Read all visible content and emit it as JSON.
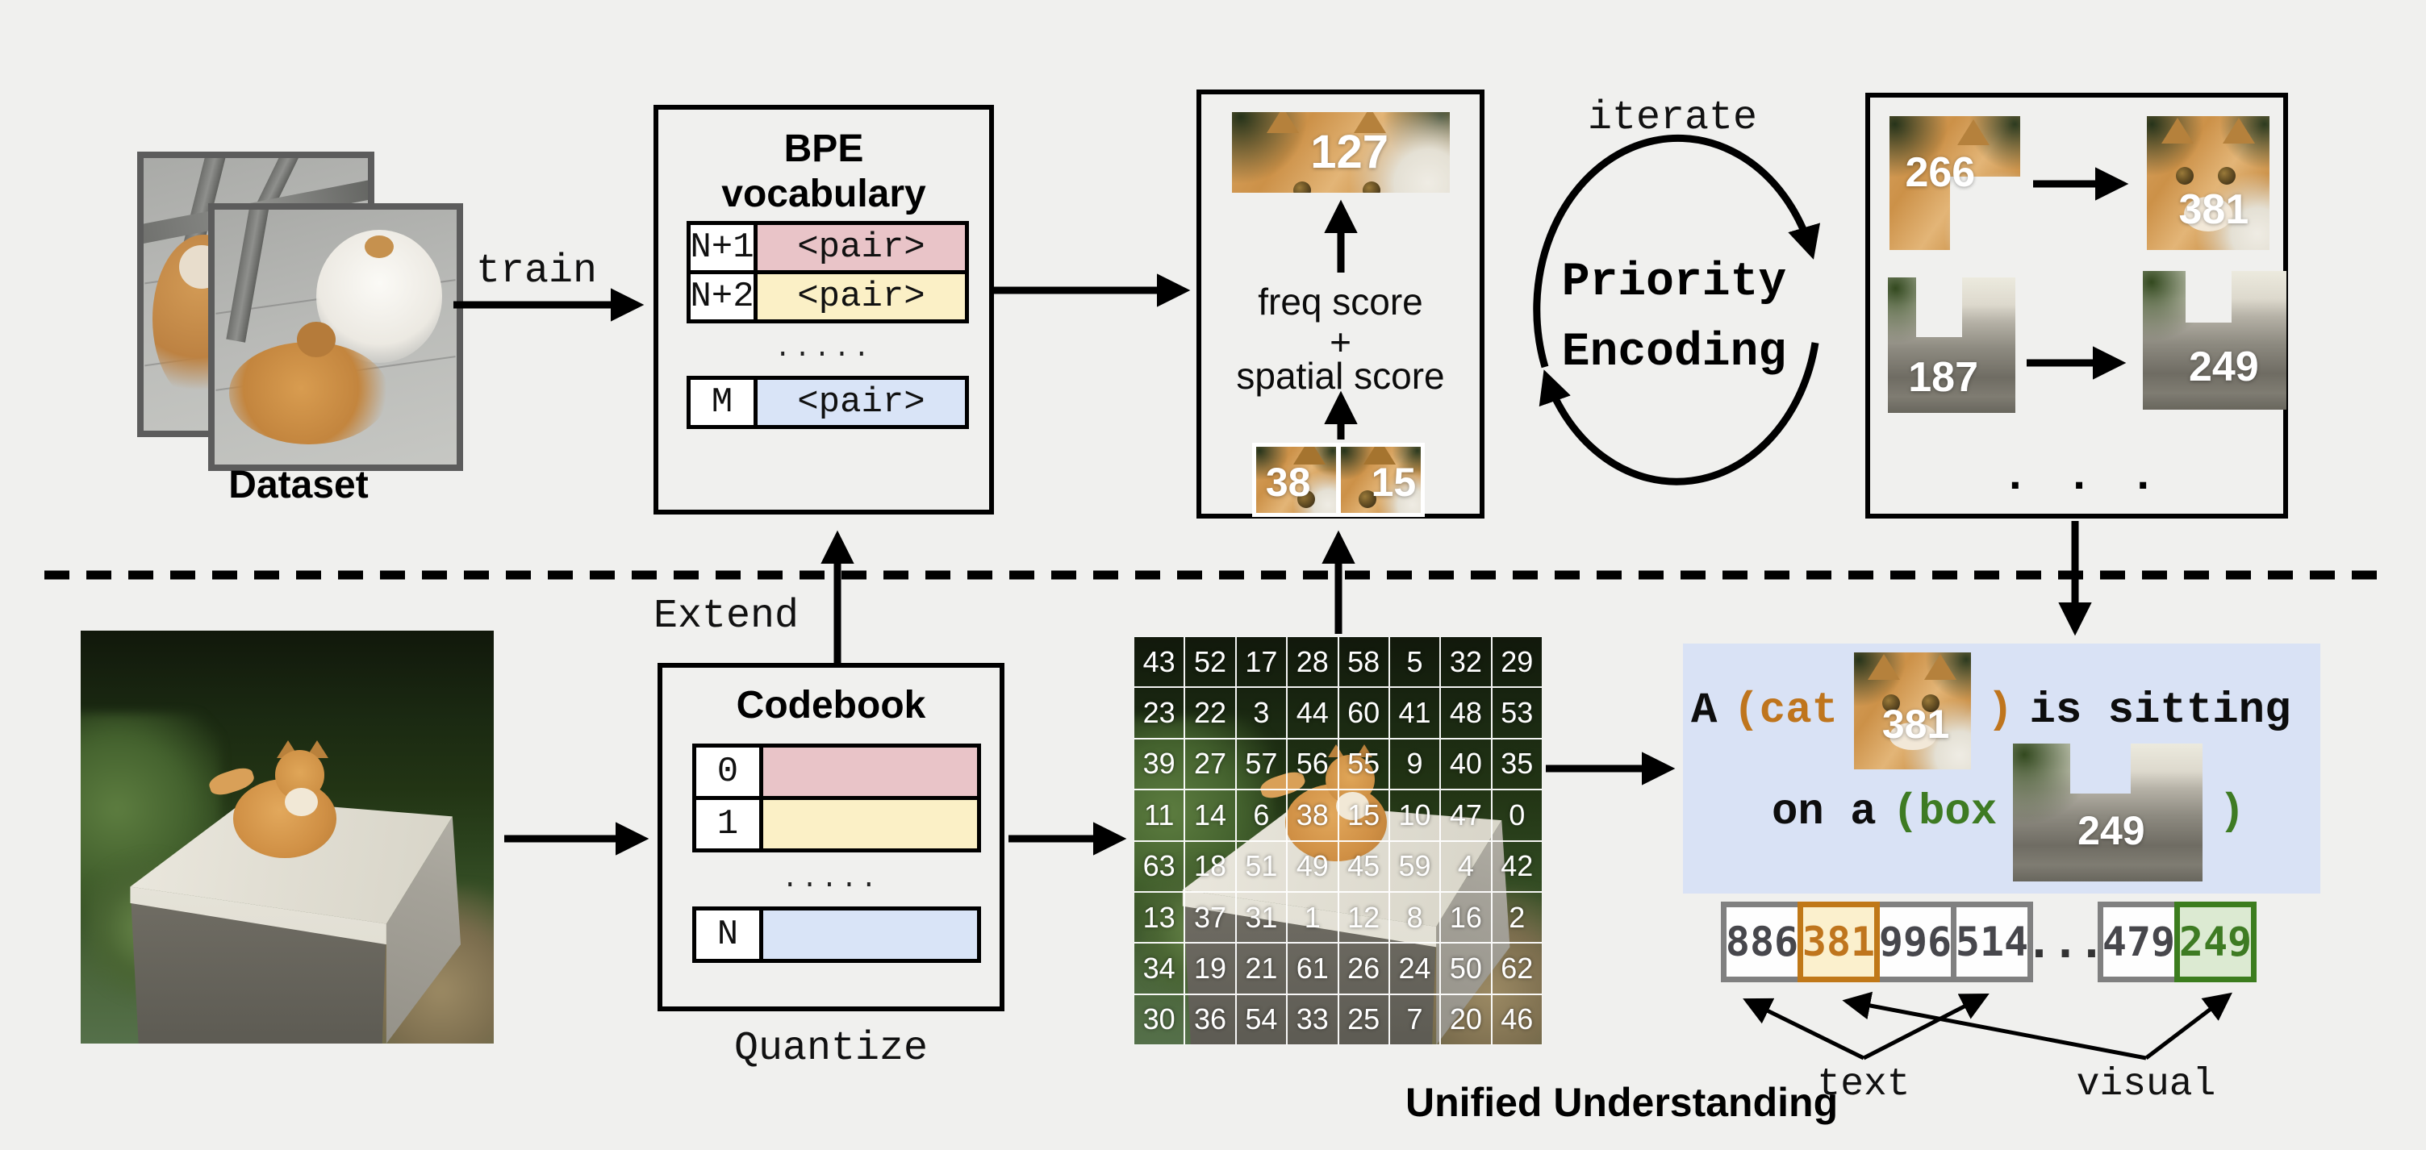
{
  "labels": {
    "dataset": "Dataset",
    "train": "train",
    "extend": "Extend",
    "quantize": "Quantize",
    "iterate": "iterate",
    "priority_line1": "Priority",
    "priority_line2": "Encoding",
    "freq_score": "freq score",
    "plus": "+",
    "spatial_score": "spatial score",
    "unified": "Unified Understanding",
    "text_label": "text",
    "visual_label": "visual",
    "dots_small": ".....",
    "dots_big": ". . ."
  },
  "bpe": {
    "title_line1": "BPE",
    "title_line2": "vocabulary",
    "rows": [
      {
        "id": "N+1",
        "value": "<pair>",
        "color": "#e9c4c8"
      },
      {
        "id": "N+2",
        "value": "<pair>",
        "color": "#fbf0c6"
      },
      {
        "id": "M",
        "value": "<pair>",
        "color": "#d9e4f7"
      }
    ]
  },
  "codebook": {
    "title": "Codebook",
    "rows": [
      {
        "id": "0",
        "color": "#e9c4c8"
      },
      {
        "id": "1",
        "color": "#fbf0c6"
      },
      {
        "id": "N",
        "color": "#d9e4f7"
      }
    ]
  },
  "patches": {
    "p127": "127",
    "p38": "38",
    "p15": "15",
    "p266": "266",
    "p381": "381",
    "p187": "187",
    "p249": "249"
  },
  "grid": {
    "values": [
      [
        43,
        52,
        17,
        28,
        58,
        5,
        32,
        29
      ],
      [
        23,
        22,
        3,
        44,
        60,
        41,
        48,
        53
      ],
      [
        39,
        27,
        57,
        56,
        55,
        9,
        40,
        35
      ],
      [
        11,
        14,
        6,
        38,
        15,
        10,
        47,
        0
      ],
      [
        63,
        18,
        51,
        49,
        45,
        59,
        4,
        42
      ],
      [
        13,
        37,
        31,
        1,
        12,
        8,
        16,
        2
      ],
      [
        34,
        19,
        21,
        61,
        26,
        24,
        50,
        62
      ],
      [
        30,
        36,
        54,
        33,
        25,
        7,
        20,
        46
      ]
    ]
  },
  "sentence": {
    "w1": "A",
    "cat_open": "(cat",
    "cat_close": ")",
    "w2": "is sitting",
    "w3": "on a",
    "box_open": "(box",
    "box_close": ")",
    "cat_token": "381",
    "box_token": "249",
    "orange": "#bf751d",
    "green": "#3e7b23"
  },
  "tokens": {
    "items": [
      {
        "v": "886",
        "style": "plain"
      },
      {
        "v": "381",
        "style": "orange"
      },
      {
        "v": "996",
        "style": "plain"
      },
      {
        "v": "514",
        "style": "plain"
      },
      {
        "v": "479",
        "style": "plain"
      },
      {
        "v": "249",
        "style": "green"
      }
    ],
    "ellipsis": "..."
  }
}
